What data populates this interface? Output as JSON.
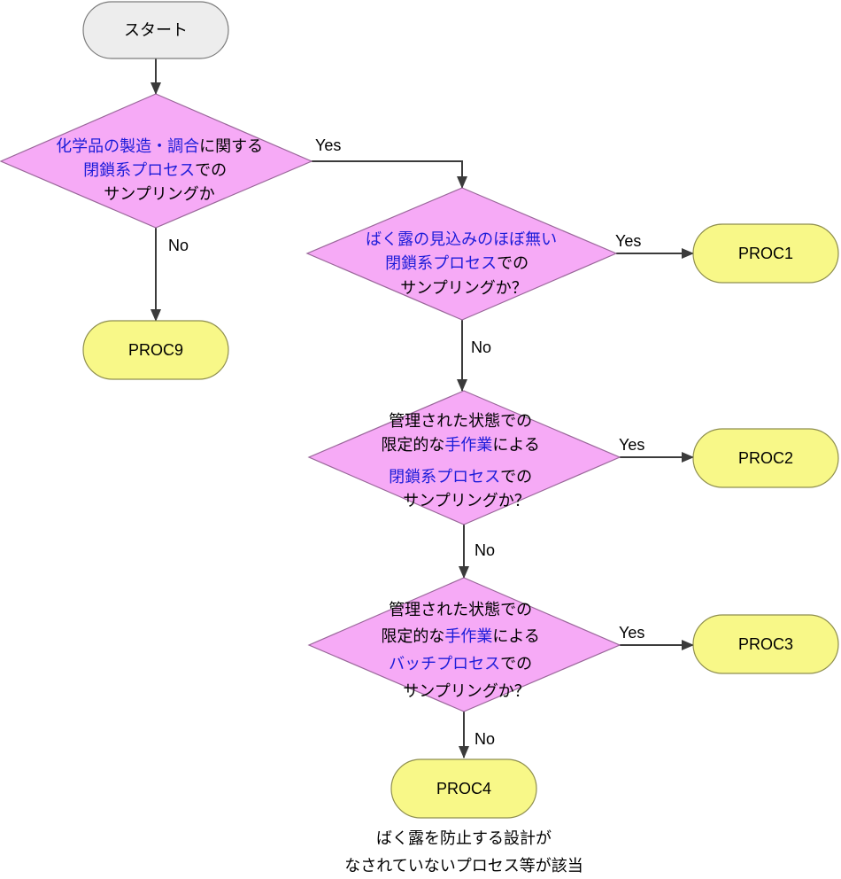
{
  "colors": {
    "decision_fill": "#f6aaf6",
    "decision_stroke": "#9a679a",
    "terminal_fill": "#f8f888",
    "terminal_stroke": "#8f8f4f",
    "start_fill": "#ededed",
    "start_stroke": "#7c7c7c",
    "highlight_text": "#1c1cd9",
    "connector": "#3b3b3b"
  },
  "start": {
    "label": "スタート"
  },
  "decisions": [
    {
      "lines": [
        [
          {
            "t": "化学品の製造・調合",
            "hl": true
          },
          {
            "t": "に関する",
            "hl": false
          }
        ],
        [
          {
            "t": "閉鎖系プロセス",
            "hl": true
          },
          {
            "t": "での",
            "hl": false
          }
        ],
        [
          {
            "t": "サンプリングか",
            "hl": false
          }
        ]
      ],
      "yes_label": "Yes",
      "no_label": "No"
    },
    {
      "lines": [
        [
          {
            "t": "ばく露の見込みのほぼ無い",
            "hl": true
          }
        ],
        [
          {
            "t": "閉鎖系プロセス",
            "hl": true
          },
          {
            "t": "での",
            "hl": false
          }
        ],
        [
          {
            "t": "サンプリングか？",
            "hl": false
          }
        ]
      ],
      "yes_label": "Yes",
      "no_label": "No"
    },
    {
      "lines": [
        [
          {
            "t": "管理された状態での",
            "hl": false
          }
        ],
        [
          {
            "t": "限定的な",
            "hl": false
          },
          {
            "t": "手作業",
            "hl": true
          },
          {
            "t": "による",
            "hl": false
          }
        ],
        [
          {
            "t": "閉鎖系プロセス",
            "hl": true
          },
          {
            "t": "での",
            "hl": false
          }
        ],
        [
          {
            "t": "サンプリングか？",
            "hl": false
          }
        ]
      ],
      "yes_label": "Yes",
      "no_label": "No"
    },
    {
      "lines": [
        [
          {
            "t": "管理された状態での",
            "hl": false
          }
        ],
        [
          {
            "t": "限定的な",
            "hl": false
          },
          {
            "t": "手作業",
            "hl": true
          },
          {
            "t": "による",
            "hl": false
          }
        ],
        [
          {
            "t": "バッチプロセス",
            "hl": true
          },
          {
            "t": "での",
            "hl": false
          }
        ],
        [
          {
            "t": "サンプリングか？",
            "hl": false
          }
        ]
      ],
      "yes_label": "Yes",
      "no_label": "No"
    }
  ],
  "terminals": {
    "proc9": "PROC9",
    "proc1": "PROC1",
    "proc2": "PROC2",
    "proc3": "PROC3",
    "proc4": "PROC4"
  },
  "note": {
    "line1": "ばく露を防止する設計が",
    "line2": "なされていないプロセス等が該当"
  }
}
